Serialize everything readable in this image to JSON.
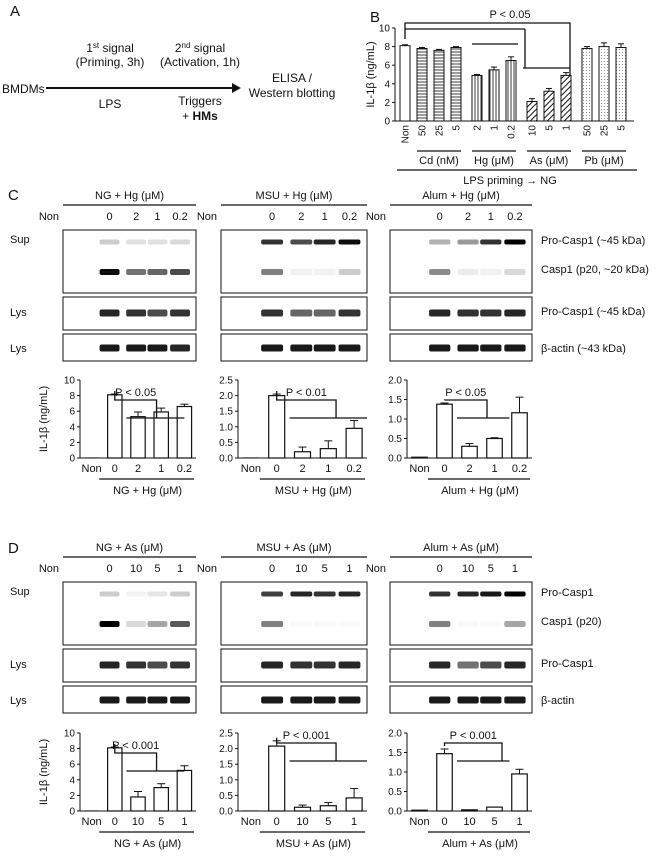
{
  "panel_letters": {
    "a": "A",
    "b": "B",
    "c": "C",
    "d": "D"
  },
  "schematic": {
    "input": "BMDMs",
    "signal1_title_pre": "1",
    "signal1_title_sup": "st",
    "signal1_title_post": " signal",
    "signal1_sub": "(Priming, 3h)",
    "signal1_label": "LPS",
    "signal2_title_pre": "2",
    "signal2_title_sup": "nd",
    "signal2_title_post": " signal",
    "signal2_sub": "(Activation, 1h)",
    "triggers": "Triggers",
    "hms_plus": "+ ",
    "hms": "HMs",
    "output_l1": "ELISA /",
    "output_l2": "Western blotting"
  },
  "blot_labels": {
    "sup": "Sup",
    "lys": "Lys",
    "non": "Non",
    "c_right": [
      "Pro-Casp1 (~45 kDa)",
      "Casp1 (p20, ~20 kDa)",
      "Pro-Casp1 (~45 kDa)",
      "β-actin (~43 kDa)"
    ],
    "d_right": [
      "Pro-Casp1",
      "Casp1 (p20)",
      "Pro-Casp1",
      "β-actin"
    ]
  },
  "chart_data": [
    {
      "id": "B",
      "type": "bar",
      "ylabel": "IL-1β (ng/mL)",
      "ylim": [
        0,
        10
      ],
      "yticks": [
        0,
        2,
        4,
        6,
        8,
        10
      ],
      "categories": [
        "Non",
        "50",
        "25",
        "5",
        "2",
        "1",
        "0.2",
        "10",
        "5",
        "1",
        "50",
        "25",
        "5"
      ],
      "values": [
        8.1,
        7.8,
        7.6,
        7.9,
        4.9,
        5.5,
        6.5,
        2.1,
        3.2,
        4.9,
        7.8,
        8.0,
        7.9
      ],
      "errors": [
        0.1,
        0.1,
        0.1,
        0.1,
        0.1,
        0.3,
        0.4,
        0.3,
        0.3,
        0.3,
        0.2,
        0.4,
        0.4
      ],
      "groups": [
        "Cd (nM)",
        "Hg (μM)",
        "As (μM)",
        "Pb (μM)"
      ],
      "footer": "LPS priming → NG",
      "annotation": "P < 0.05"
    },
    {
      "id": "C1",
      "type": "bar",
      "ylabel": "IL-1β (ng/mL)",
      "ylim": [
        0,
        10
      ],
      "yticks": [
        0,
        2,
        4,
        6,
        8,
        10
      ],
      "categories": [
        "Non",
        "0",
        "2",
        "1",
        "0.2"
      ],
      "values": [
        0,
        8.1,
        5.3,
        5.9,
        6.6
      ],
      "errors": [
        0,
        0.1,
        0.6,
        0.5,
        0.3
      ],
      "group": "NG + Hg (μM)",
      "annotation": "P < 0.05"
    },
    {
      "id": "C2",
      "type": "bar",
      "ylim": [
        0,
        2.5
      ],
      "yticks": [
        0.0,
        0.5,
        1.0,
        1.5,
        2.0,
        2.5
      ],
      "categories": [
        "Non",
        "0",
        "2",
        "1",
        "0.2"
      ],
      "values": [
        0,
        2.0,
        0.2,
        0.3,
        0.95
      ],
      "errors": [
        0,
        0.05,
        0.15,
        0.25,
        0.25
      ],
      "group": "MSU + Hg (μM)",
      "annotation": "P < 0.01"
    },
    {
      "id": "C3",
      "type": "bar",
      "ylim": [
        0,
        2.0
      ],
      "yticks": [
        0.0,
        0.5,
        1.0,
        1.5,
        2.0
      ],
      "categories": [
        "Non",
        "0",
        "2",
        "1",
        "0.2"
      ],
      "values": [
        0.02,
        1.38,
        0.3,
        0.5,
        1.16
      ],
      "errors": [
        0,
        0.03,
        0.07,
        0.02,
        0.4
      ],
      "group": "Alum + Hg (μM)",
      "annotation": "P < 0.05"
    },
    {
      "id": "D1",
      "type": "bar",
      "ylabel": "IL-1β (ng/mL)",
      "ylim": [
        0,
        10
      ],
      "yticks": [
        0,
        2,
        4,
        6,
        8,
        10
      ],
      "categories": [
        "Non",
        "0",
        "10",
        "5",
        "1"
      ],
      "values": [
        0,
        8.1,
        1.8,
        3.0,
        5.2
      ],
      "errors": [
        0,
        0.1,
        0.7,
        0.5,
        0.6
      ],
      "group": "NG + As (μM)",
      "annotation": "P < 0.001"
    },
    {
      "id": "D2",
      "type": "bar",
      "ylim": [
        0,
        2.5
      ],
      "yticks": [
        0.0,
        0.5,
        1.0,
        1.5,
        2.0,
        2.5
      ],
      "categories": [
        "Non",
        "0",
        "10",
        "5",
        "1"
      ],
      "values": [
        0,
        2.08,
        0.12,
        0.17,
        0.42
      ],
      "errors": [
        0,
        0.17,
        0.07,
        0.1,
        0.3
      ],
      "group": "MSU + As (μM)",
      "annotation": "P < 0.001"
    },
    {
      "id": "D3",
      "type": "bar",
      "ylim": [
        0,
        2.0
      ],
      "yticks": [
        0.0,
        0.5,
        1.0,
        1.5,
        2.0
      ],
      "categories": [
        "Non",
        "0",
        "10",
        "5",
        "1"
      ],
      "values": [
        0.02,
        1.47,
        0.03,
        0.1,
        0.95
      ],
      "errors": [
        0,
        0.12,
        0,
        0,
        0.12
      ],
      "group": "Alum + As (μM)",
      "annotation": "P < 0.001"
    }
  ]
}
